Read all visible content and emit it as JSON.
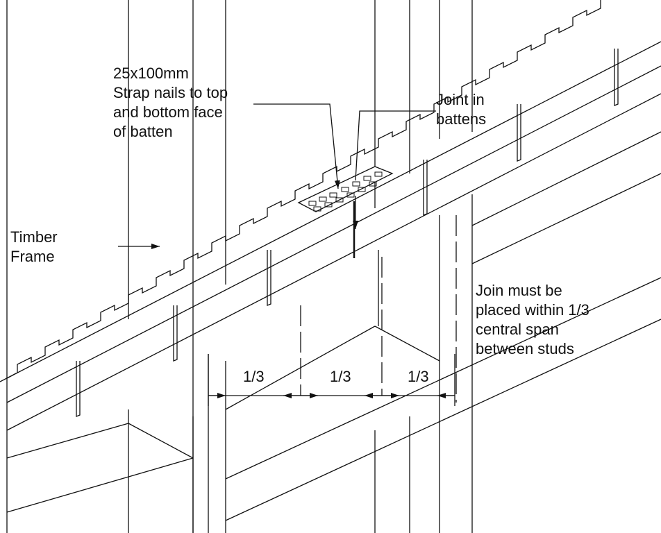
{
  "labels": {
    "strap_line1": "25x100mm",
    "strap_line2": "Strap nails to top",
    "strap_line3": "and bottom face",
    "strap_line4": "of batten",
    "joint_line1": "Joint in",
    "joint_line2": "battens",
    "frame_line1": "Timber",
    "frame_line2": "Frame",
    "join_line1": "Join must be",
    "join_line2": "placed within 1/3",
    "join_line3": "central span",
    "join_line4": "between studs"
  },
  "dimensions": [
    "1/3",
    "1/3",
    "1/3"
  ],
  "colors": {
    "line": "#111111",
    "background": "#ffffff"
  }
}
